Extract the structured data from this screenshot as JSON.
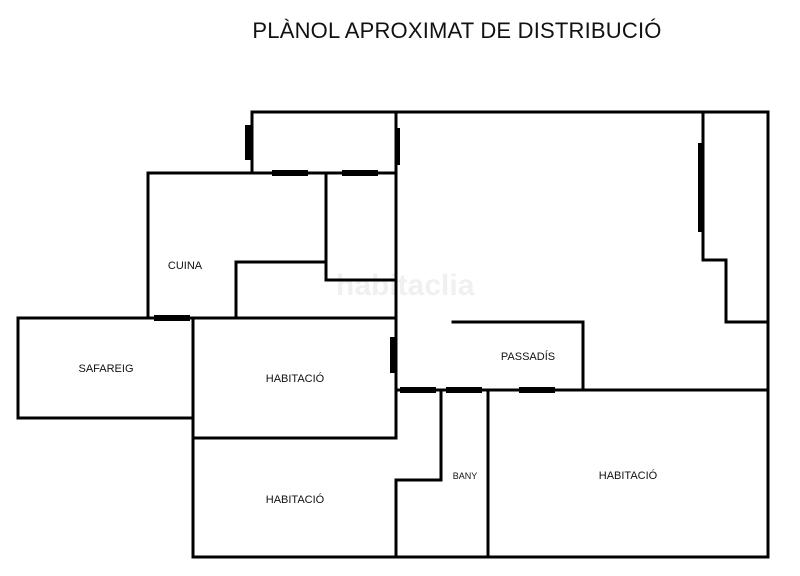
{
  "title": "PLÀNOL APROXIMAT DE DISTRIBUCIÓ",
  "watermark": "habitaclia",
  "colors": {
    "walls": "#000000",
    "background": "#ffffff",
    "watermark": "#f0f0f0"
  },
  "rooms": [
    {
      "id": "cuina",
      "label": "CUINA"
    },
    {
      "id": "safareig",
      "label": "SAFAREIG"
    },
    {
      "id": "habitacio-1",
      "label": "HABITACIÓ"
    },
    {
      "id": "passadis",
      "label": "PASSADÍS"
    },
    {
      "id": "habitacio-2",
      "label": "HABITACIÓ"
    },
    {
      "id": "bany",
      "label": "BANY"
    },
    {
      "id": "habitacio-3",
      "label": "HABITACIÓ"
    }
  ]
}
